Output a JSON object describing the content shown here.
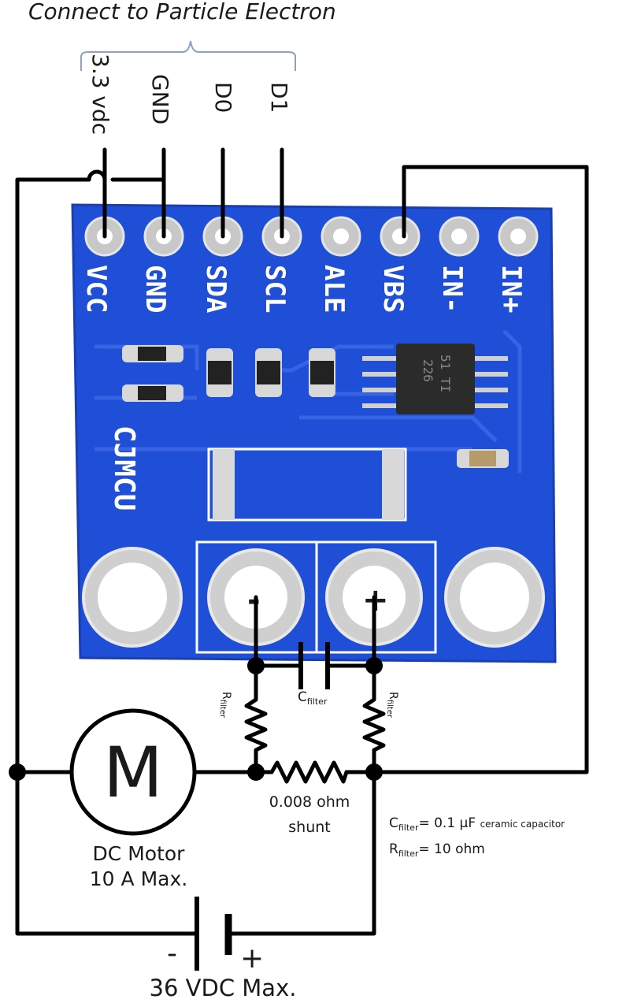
{
  "header": {
    "title": "Connect to Particle Electron"
  },
  "electron_pins": [
    "3.3 vdc",
    "GND",
    "D0",
    "D1"
  ],
  "board": {
    "name": "CJMCU",
    "pins": [
      "VCC",
      "GND",
      "SDA",
      "SCL",
      "ALE",
      "VBS",
      "IN-",
      "IN+"
    ],
    "chip_text": [
      "51 TI",
      "226"
    ],
    "terminal_minus": "-",
    "terminal_plus": "+",
    "colors": {
      "pcb": "#1F4FD6",
      "pcb_edge": "#1A3FB0",
      "silkscreen": "#FFFFFF",
      "pad": "#C8C8C8"
    }
  },
  "components": {
    "c_filter_main": "C",
    "c_filter_sub": "filter",
    "r_filter_main": "R",
    "r_filter_sub": "filter",
    "shunt_label": "0.008 ohm",
    "shunt_label_2": "shunt",
    "motor_symbol": "M",
    "motor_label": "DC Motor",
    "motor_rating": "10 A Max.",
    "battery_minus": "-",
    "battery_plus": "+",
    "battery_label": "36 VDC Max."
  },
  "notes": {
    "c_main": "C",
    "c_sub": "filter",
    "c_rest": "= 0.1 µF",
    "c_small": "ceramic capacitor",
    "r_main": "R",
    "r_sub": "filter",
    "r_rest": "= 10 ohm"
  }
}
